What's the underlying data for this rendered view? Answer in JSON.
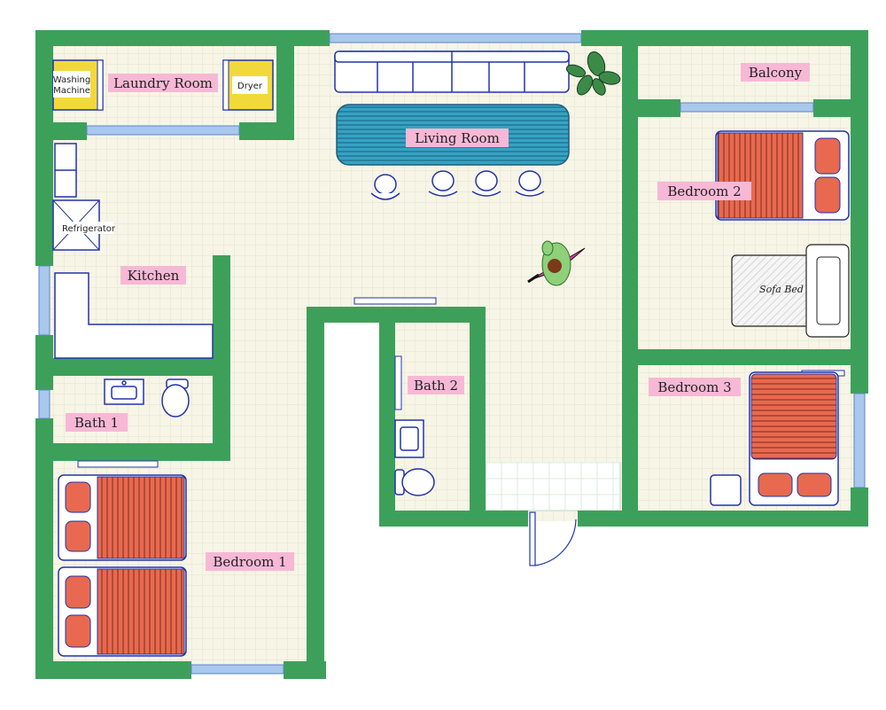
{
  "rooms": {
    "laundry": "Laundry Room",
    "living": "Living Room",
    "balcony": "Balcony",
    "bedroom2": "Bedroom 2",
    "kitchen": "Kitchen",
    "bath1": "Bath 1",
    "bath2": "Bath 2",
    "bedroom3": "Bedroom 3",
    "bedroom1": "Bedroom 1"
  },
  "appliances": {
    "washer_line1": "Washing",
    "washer_line2": "Machine",
    "dryer": "Dryer",
    "refrigerator": "Refrigerator",
    "sofa_bed": "Sofa Bed"
  },
  "colors": {
    "wall": "#3da05a",
    "floor": "#f7f5e6",
    "grid": "#e3e1d0",
    "window": "#aac8ec",
    "furniture_stroke": "#2233aa",
    "bed": "#e8694f",
    "pillow": "#e8694f",
    "rug": "#35a3c4",
    "label_bg": "#f7b8d6",
    "appliance": "#f2d93b"
  }
}
